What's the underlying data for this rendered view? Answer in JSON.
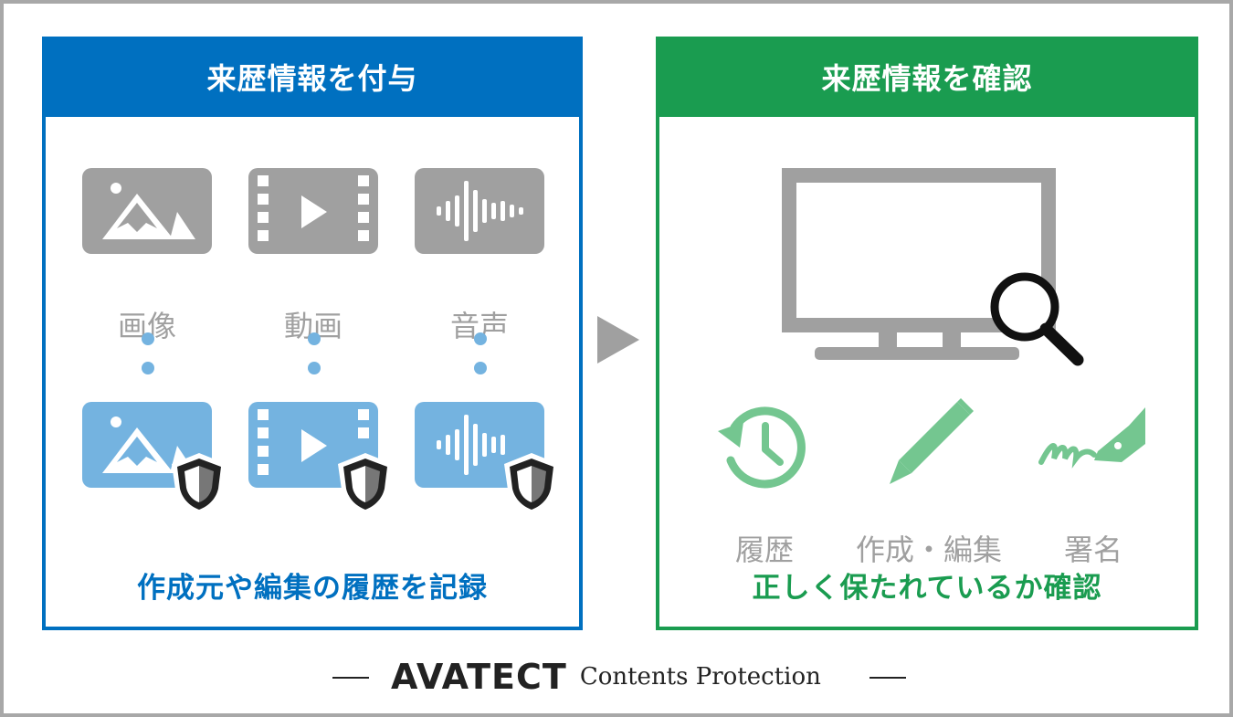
{
  "left_panel": {
    "title": "来歴情報を付与",
    "media": [
      {
        "label": "画像",
        "icon": "image-icon"
      },
      {
        "label": "動画",
        "icon": "video-icon"
      },
      {
        "label": "音声",
        "icon": "audio-icon"
      }
    ],
    "caption": "作成元や編集の履歴を記録",
    "color": "#0070c0"
  },
  "right_panel": {
    "title": "来歴情報を確認",
    "features": [
      {
        "label": "履歴",
        "icon": "history-icon"
      },
      {
        "label": "作成・編集",
        "icon": "pencil-icon"
      },
      {
        "label": "署名",
        "icon": "fountain-pen-icon"
      }
    ],
    "caption": "正しく保たれているか確認",
    "color": "#1a9c50"
  },
  "brand": {
    "logo": "AVATECT",
    "tagline": "Contents Protection"
  },
  "colors": {
    "gray_icon": "#a0a0a0",
    "light_blue": "#74b3e0",
    "light_green": "#74c690",
    "shield": "#222222"
  }
}
